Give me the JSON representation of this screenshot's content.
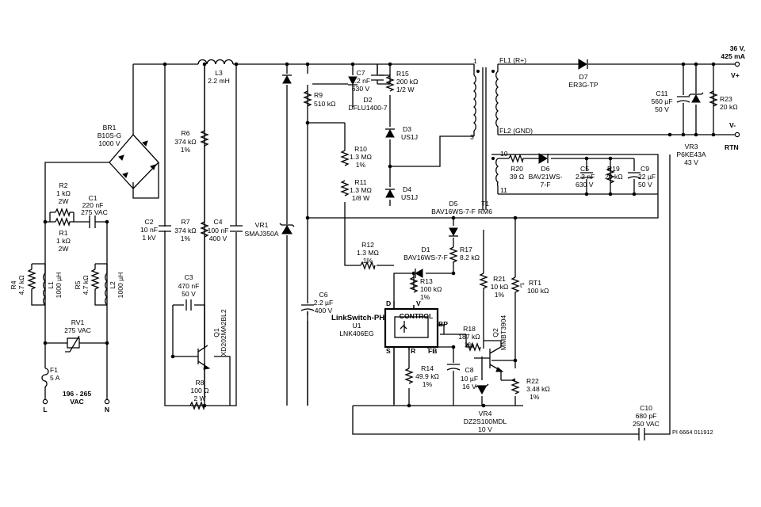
{
  "output": {
    "voltage": "36 V,",
    "current": "425 mA",
    "pos": "V+",
    "neg": "V-",
    "rtn": "RTN"
  },
  "input": {
    "range": "196 - 265",
    "unit": "VAC",
    "line": "L",
    "neutral": "N"
  },
  "parts": {
    "BR1": [
      "BR1",
      "B10S-G",
      "1000 V"
    ],
    "L3": [
      "L3",
      "2.2 mH"
    ],
    "R2": [
      "R2",
      "1 kΩ",
      "2W"
    ],
    "R1": [
      "R1",
      "1 kΩ",
      "2W"
    ],
    "C1": [
      "C1",
      "220 nF",
      "275 VAC"
    ],
    "R4": [
      "R4",
      "4.7 kΩ"
    ],
    "L1": [
      "L1",
      "1000 µH"
    ],
    "R5": [
      "R5",
      "4.7 kΩ"
    ],
    "L2": [
      "L2",
      "1000 µH"
    ],
    "RV1": [
      "RV1",
      "275 VAC"
    ],
    "F1": [
      "F1",
      "5 A"
    ],
    "C2": [
      "C2",
      "10 nF",
      "1 kV"
    ],
    "R6": [
      "R6",
      "374 kΩ",
      "1%"
    ],
    "R7": [
      "R7",
      "374 kΩ",
      "1%"
    ],
    "C4": [
      "C4",
      "100 nF",
      "400 V"
    ],
    "C3": [
      "C3",
      "470 nF",
      "50 V"
    ],
    "Q1": [
      "Q1",
      "XD202MA2BL2"
    ],
    "R8": [
      "R8",
      "100 Ω",
      "2 W"
    ],
    "VR1": [
      "VR1",
      "SMAJ350A"
    ],
    "R9": [
      "R9",
      "510 kΩ"
    ],
    "C7": [
      "C7",
      "2.2 nF",
      "630 V"
    ],
    "D2": [
      "D2",
      "DFLU1400-7"
    ],
    "R15": [
      "R15",
      "200 kΩ",
      "1/2 W"
    ],
    "D3": [
      "D3",
      "US1J"
    ],
    "D4": [
      "D4",
      "US1J"
    ],
    "R10": [
      "R10",
      "1.3 MΩ",
      "1%"
    ],
    "R11": [
      "R11",
      "1.3 MΩ",
      "1/8 W"
    ],
    "C6": [
      "C6",
      "2.2 µF",
      "400 V"
    ],
    "R12": [
      "R12",
      "1.3 MΩ",
      "1%"
    ],
    "D1": [
      "D1",
      "BAV16WS-7-F"
    ],
    "D5": [
      "D5",
      "BAV16WS-7-F"
    ],
    "R17": [
      "R17",
      "8.2 kΩ"
    ],
    "R13": [
      "R13",
      "100 kΩ",
      "1%"
    ],
    "R18": [
      "R18",
      "187 kΩ",
      "1%"
    ],
    "C8": [
      "C8",
      "10 µF",
      "16 V"
    ],
    "R14": [
      "R14",
      "49.9 kΩ",
      "1%"
    ],
    "VR4": [
      "VR4",
      "DZ2S100MDL",
      "10 V"
    ],
    "Q2": [
      "Q2",
      "MMBT3904"
    ],
    "R21": [
      "R21",
      "10 kΩ",
      "1%"
    ],
    "RT1": [
      "RT1",
      "100 kΩ"
    ],
    "R22": [
      "R22",
      "3.48 kΩ",
      "1%"
    ],
    "T1": [
      "T1",
      "RM6"
    ],
    "D7": [
      "D7",
      "ER3G-TP"
    ],
    "C11": [
      "C11",
      "560 µF",
      "50 V"
    ],
    "R23": [
      "R23",
      "20 kΩ"
    ],
    "VR3": [
      "VR3",
      "P6KE43A",
      "43 V"
    ],
    "R20": [
      "R20",
      "39 Ω"
    ],
    "D6": [
      "D6",
      "BAV21WS-",
      "7-F"
    ],
    "C5": [
      "C5",
      "2.2 nF",
      "630 V"
    ],
    "R19": [
      "R19",
      "20 kΩ"
    ],
    "C9": [
      "C9",
      "22 µF",
      "50 V"
    ],
    "C10": [
      "C10",
      "680 pF",
      "250 VAC"
    ]
  },
  "ic": {
    "family": "LinkSwitch-PH",
    "ref": "U1",
    "part": "LNK406EG",
    "control": "CONTROL",
    "pins": {
      "D": "D",
      "V": "V",
      "S": "S",
      "R": "R",
      "BP": "BP",
      "FB": "FB"
    }
  },
  "transformer": {
    "fl1": "FL1 (R+)",
    "fl2": "FL2 (GND)",
    "pin1": "1",
    "pin3": "3",
    "pin10": "10",
    "pin11": "11"
  },
  "thermistor_symbol": "t°",
  "doc_id": "PI 6664 011912"
}
